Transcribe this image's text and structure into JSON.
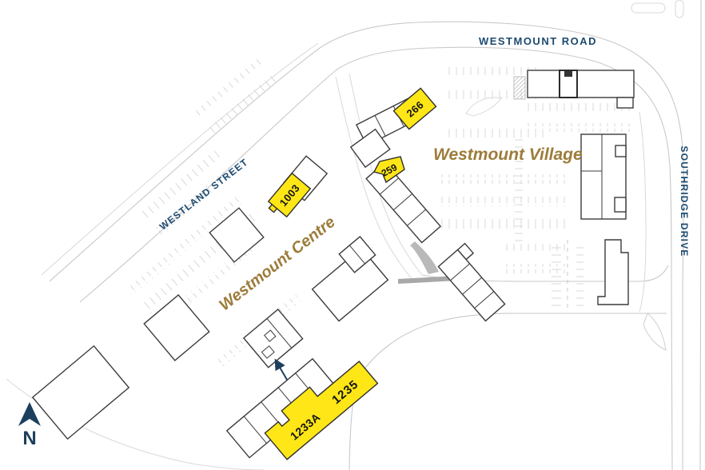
{
  "map": {
    "roads": {
      "westmount_road": "WESTMOUNT ROAD",
      "westland_street": "WESTLAND STREET",
      "southridge_drive": "SOUTHRIDGE DRIVE"
    },
    "areas": {
      "westmount_village": "Westmount Village",
      "westmount_centre": "Westmount Centre"
    },
    "units": {
      "u266": "266",
      "u259": "259",
      "u1003": "1003",
      "u1235": "1235",
      "u1233a": "1233A"
    },
    "compass_n": "N",
    "colors": {
      "highlight": "#FFE617",
      "navy_text": "#1C4A70",
      "gold_text": "#9C7C3A",
      "road_gray": "#C9C9C9",
      "building_stroke": "#3B3B3B"
    }
  }
}
